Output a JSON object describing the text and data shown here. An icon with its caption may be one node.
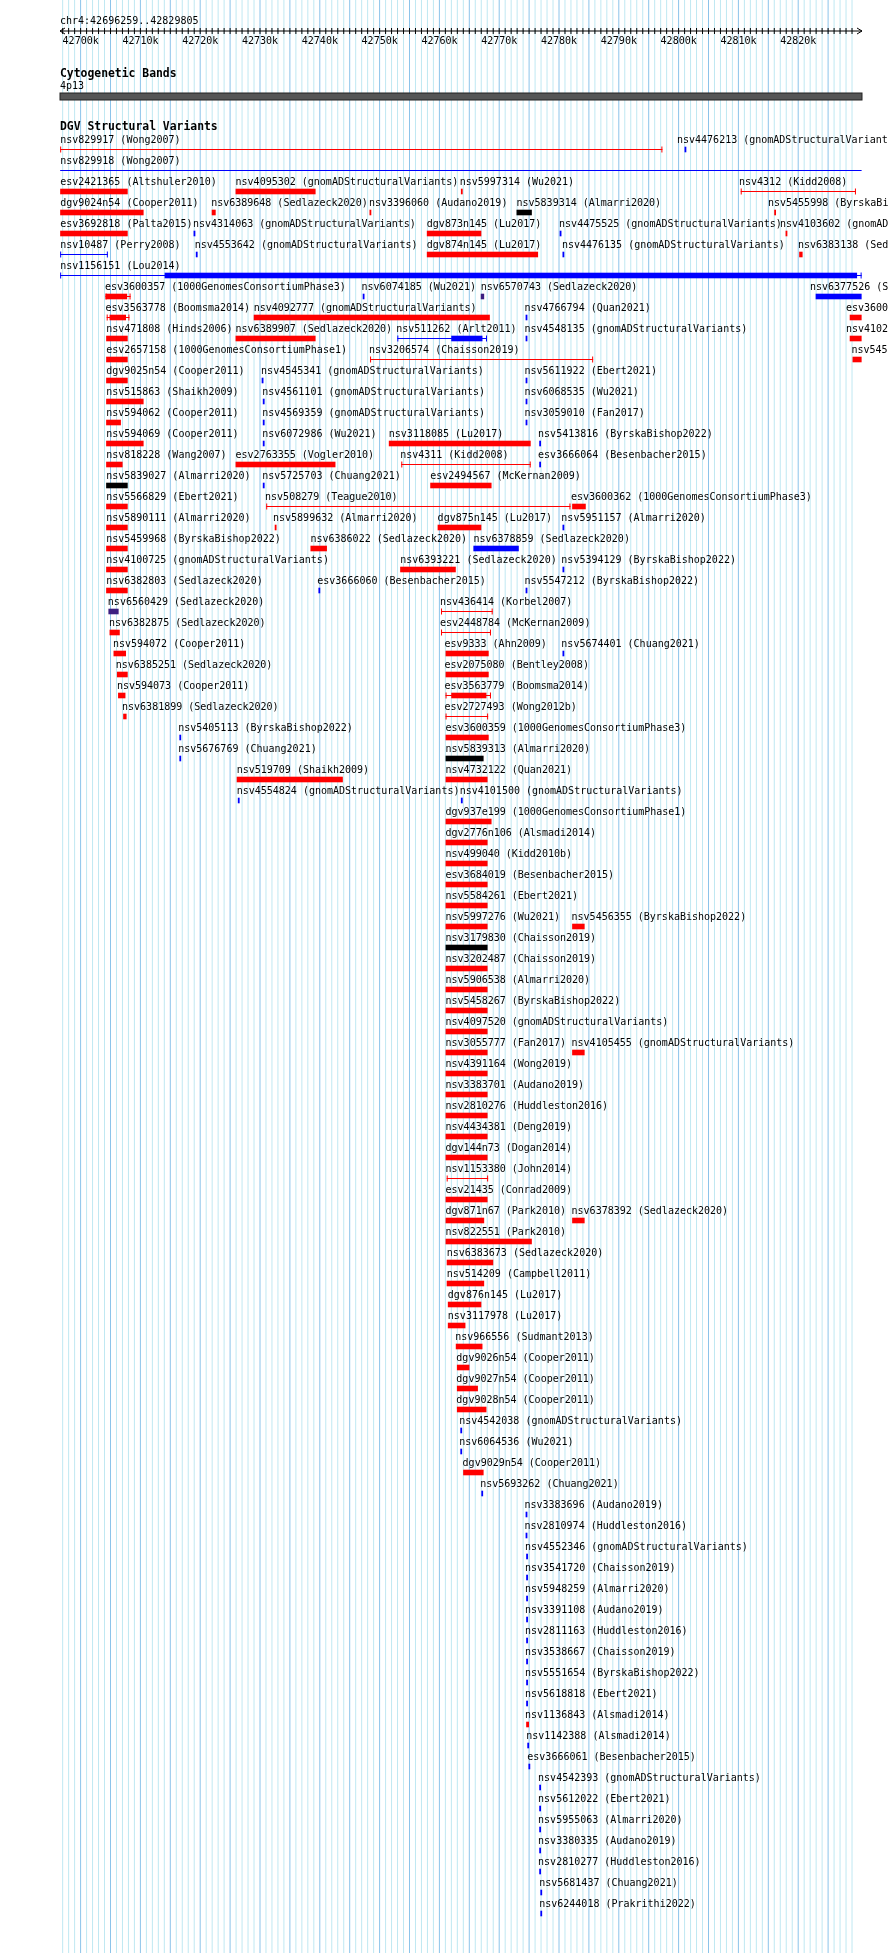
{
  "diagram": {
    "labels": [
      "chr4:42696259..42829805",
      "42700k",
      "42710k",
      "42720k",
      "42730k",
      "42740k",
      "42750k",
      "42760k",
      "42770k",
      "42780k",
      "42790k",
      "42800k",
      "42810k",
      "42820k",
      "Cytogenetic Bands",
      "4p13",
      "DGV Structural Variants",
      "nsv829917 (Wong2007)",
      "nsv4476213 (gnomADStructuralVariant",
      "nsv829918 (Wong2007)",
      "esv2421365 (Altshuler2010)",
      "nsv4095302 (gnomADStructuralVariants)",
      "nsv5997314 (Wu2021)",
      "nsv4312 (Kidd2008)",
      "dgv9024n54 (Cooper2011)",
      "nsv6389648 (Sedlazeck2020)",
      "nsv3396060 (Audano2019)",
      "nsv5839314 (Almarri2020)",
      "nsv5455998 (ByrskaBi",
      "esv3692818 (Palta2015)",
      "nsv4314063 (gnomADStructuralVariants)",
      "dgv873n145 (Lu2017)",
      "nsv4475525 (gnomADStructuralVariants)",
      "nsv4103602 (gnomAD",
      "nsv10487 (Perry2008)",
      "nsv4553642 (gnomADStructuralVariants)",
      "dgv874n145 (Lu2017)",
      "nsv4476135 (gnomADStructuralVariants)",
      "nsv6383138 (Sed",
      "nsv1156151 (Lou2014)",
      "esv3600357 (1000GenomesConsortiumPhase3)",
      "nsv6074185 (Wu2021)",
      "nsv6570743 (Sedlazeck2020)",
      "nsv6377526 (S",
      "esv3563778 (Boomsma2014)",
      "nsv4092777 (gnomADStructuralVariants)",
      "nsv4766794 (Quan2021)",
      "esv3600",
      "nsv471808 (Hinds2006)",
      "nsv6389907 (Sedlazeck2020)",
      "nsv511262 (Arlt2011)",
      "nsv4548135 (gnomADStructuralVariants)",
      "nsv4102",
      "esv2657158 (1000GenomesConsortiumPhase1)",
      "nsv3206574 (Chaisson2019)",
      "nsv545",
      "dgv9025n54 (Cooper2011)",
      "nsv4545341 (gnomADStructuralVariants)",
      "nsv5611922 (Ebert2021)",
      "nsv515863 (Shaikh2009)",
      "nsv4561101 (gnomADStructuralVariants)",
      "nsv6068535 (Wu2021)",
      "nsv594062 (Cooper2011)",
      "nsv4569359 (gnomADStructuralVariants)",
      "nsv3059010 (Fan2017)",
      "nsv594069 (Cooper2011)",
      "nsv6072986 (Wu2021)",
      "nsv3118085 (Lu2017)",
      "nsv5413816 (ByrskaBishop2022)",
      "nsv818228 (Wang2007)",
      "esv2763355 (Vogler2010)",
      "nsv4311 (Kidd2008)",
      "esv3666064 (Besenbacher2015)",
      "nsv5839027 (Almarri2020)",
      "nsv5725703 (Chuang2021)",
      "esv2494567 (McKernan2009)",
      "nsv5566829 (Ebert2021)",
      "nsv508279 (Teague2010)",
      "esv3600362 (1000GenomesConsortiumPhase3)",
      "nsv5890111 (Almarri2020)",
      "nsv5899632 (Almarri2020)",
      "dgv875n145 (Lu2017)",
      "nsv5951157 (Almarri2020)",
      "nsv5459968 (ByrskaBishop2022)",
      "nsv6386022 (Sedlazeck2020)",
      "nsv6378859 (Sedlazeck2020)",
      "nsv4100725 (gnomADStructuralVariants)",
      "nsv6393221 (Sedlazeck2020)",
      "nsv5394129 (ByrskaBishop2022)",
      "nsv6382803 (Sedlazeck2020)",
      "esv3666060 (Besenbacher2015)",
      "nsv5547212 (ByrskaBishop2022)",
      "nsv6560429 (Sedlazeck2020)",
      "nsv436414 (Korbel2007)",
      "nsv6382875 (Sedlazeck2020)",
      "esv2448784 (McKernan2009)",
      "nsv594072 (Cooper2011)",
      "esv9333 (Ahn2009)",
      "nsv5674401 (Chuang2021)",
      "nsv6385251 (Sedlazeck2020)",
      "esv2075080 (Bentley2008)",
      "nsv594073 (Cooper2011)",
      "esv3563779 (Boomsma2014)",
      "nsv6381899 (Sedlazeck2020)",
      "esv2727493 (Wong2012b)",
      "nsv5405113 (ByrskaBishop2022)",
      "esv3600359 (1000GenomesConsortiumPhase3)",
      "nsv5676769 (Chuang2021)",
      "nsv5839313 (Almarri2020)",
      "nsv519709 (Shaikh2009)",
      "nsv4732122 (Quan2021)",
      "nsv4554824 (gnomADStructuralVariants)",
      "nsv4101500 (gnomADStructuralVariants)",
      "dgv937e199 (1000GenomesConsortiumPhase1)",
      "dgv2776n106 (Alsmadi2014)",
      "nsv499040 (Kidd2010b)",
      "esv3684019 (Besenbacher2015)",
      "nsv5584261 (Ebert2021)",
      "nsv5997276 (Wu2021)",
      "nsv5456355 (ByrskaBishop2022)",
      "nsv3179830 (Chaisson2019)",
      "nsv3202487 (Chaisson2019)",
      "nsv5906538 (Almarri2020)",
      "nsv5458267 (ByrskaBishop2022)",
      "nsv4097520 (gnomADStructuralVariants)",
      "nsv3055777 (Fan2017)",
      "nsv4105455 (gnomADStructuralVariants)",
      "nsv4391164 (Wong2019)",
      "nsv3383701 (Audano2019)",
      "nsv2810276 (Huddleston2016)",
      "nsv4434381 (Deng2019)",
      "dgv144n73 (Dogan2014)",
      "nsv1153380 (John2014)",
      "esv21435 (Conrad2009)",
      "dgv871n67 (Park2010)",
      "nsv6378392 (Sedlazeck2020)",
      "nsv822551 (Park2010)",
      "nsv6383673 (Sedlazeck2020)",
      "nsv514209 (Campbell2011)",
      "dgv876n145 (Lu2017)",
      "nsv3117978 (Lu2017)",
      "nsv966556 (Sudmant2013)",
      "dgv9026n54 (Cooper2011)",
      "dgv9027n54 (Cooper2011)",
      "dgv9028n54 (Cooper2011)",
      "nsv4542038 (gnomADStructuralVariants)",
      "nsv6064536 (Wu2021)",
      "dgv9029n54 (Cooper2011)",
      "nsv5693262 (Chuang2021)",
      "nsv3383696 (Audano2019)",
      "nsv2810974 (Huddleston2016)",
      "nsv4552346 (gnomADStructuralVariants)",
      "nsv3541720 (Chaisson2019)",
      "nsv5948259 (Almarri2020)",
      "nsv3391108 (Audano2019)",
      "nsv2811163 (Huddleston2016)",
      "nsv3538667 (Chaisson2019)",
      "nsv5551654 (ByrskaBishop2022)",
      "nsv5618818 (Ebert2021)",
      "nsv1136843 (Alsmadi2014)",
      "nsv1142388 (Alsmadi2014)",
      "esv3666061 (Besenbacher2015)",
      "nsv4542393 (gnomADStructuralVariants)",
      "nsv5612022 (Ebert2021)",
      "nsv5955063 (Almarri2020)",
      "nsv3380335 (Audano2019)",
      "nsv2810277 (Huddleston2016)",
      "nsv5681437 (Chuang2021)",
      "nsv6244018 (Prakrithi2022)"
    ]
  }
}
